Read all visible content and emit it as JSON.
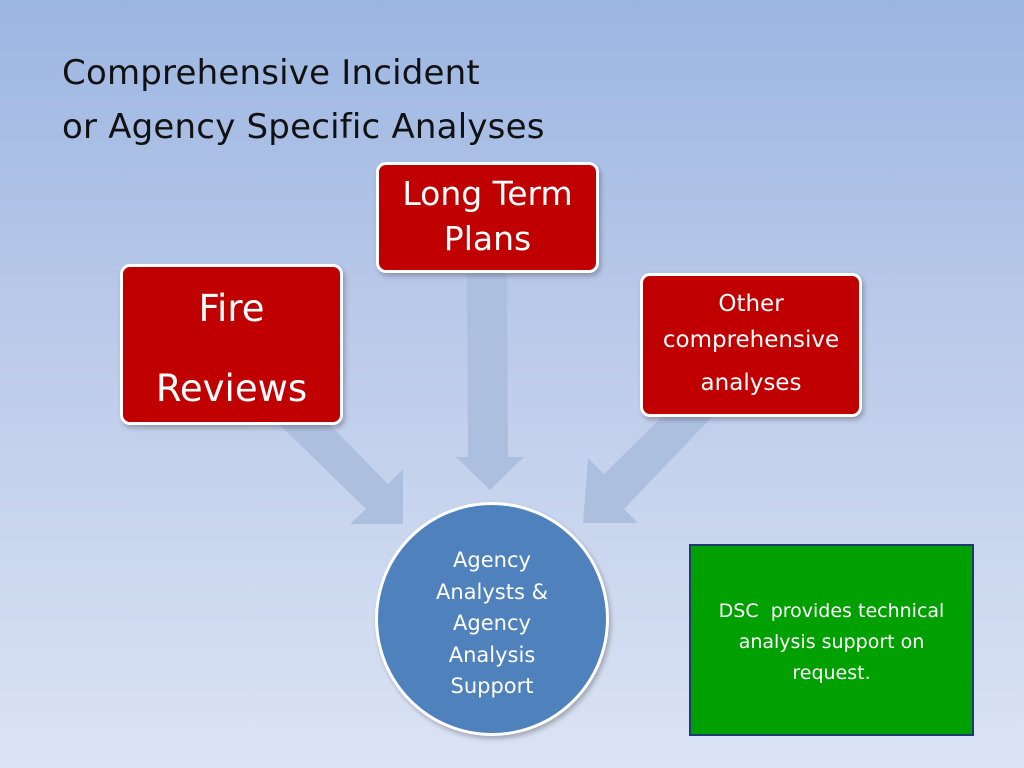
{
  "title": {
    "line1": "Comprehensive Incident",
    "line2": "or Agency Specific Analyses"
  },
  "nodes": {
    "long_term_plans": {
      "lines": [
        "Long Term",
        "Plans"
      ]
    },
    "fire_reviews": {
      "lines": [
        "Fire",
        "Reviews"
      ]
    },
    "other_analyses": {
      "lines": [
        "Other",
        "comprehensive",
        "analyses"
      ]
    },
    "agency_analysts": {
      "lines": [
        "Agency",
        "Analysts &",
        "Agency",
        "Analysis",
        "Support"
      ]
    }
  },
  "note": {
    "lines": [
      "DSC  provides technical",
      "analysis support on",
      "request."
    ]
  },
  "colors": {
    "box_fill": "#c00000",
    "circle_fill": "#4f81bd",
    "note_fill": "#00a000",
    "arrow_fill": "#adbfdf"
  }
}
